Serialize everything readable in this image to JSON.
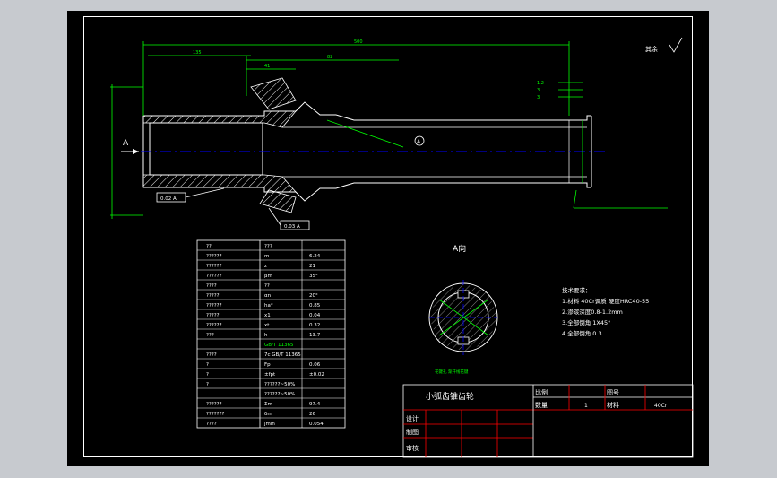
{
  "drawing": {
    "title": "小弧齿锥齿轮",
    "surface_note": "其余",
    "view_label": "A向",
    "arrow_label": "A",
    "datum_label": "A",
    "dims": {
      "total_length": "500",
      "left_length": "135",
      "mid_length": "82",
      "short_length": "41",
      "chamfer_1": "1.2",
      "chamfer_2": "3",
      "chamfer_3": "3"
    },
    "tolerance_frames": [
      "0.02  A",
      "0.03  A"
    ],
    "tech_requirements": [
      "技术要求：",
      "1.材料 40Cr调质 硬度HRC40-55",
      "2.渗碳深度0.8-1.2mm",
      "3.全部倒角 1X45°",
      "4.全部倒角 0.3"
    ],
    "spline_note": "花键孔 渐开线花键"
  },
  "param_table": {
    "rows": [
      {
        "name": "??",
        "symbol": "???",
        "value": ""
      },
      {
        "name": "??????",
        "symbol": "m",
        "value": "6.24"
      },
      {
        "name": "??????",
        "symbol": "z",
        "value": "21"
      },
      {
        "name": "??????",
        "symbol": "βm",
        "value": "35°"
      },
      {
        "name": "????",
        "symbol": "??",
        "value": ""
      },
      {
        "name": "?????",
        "symbol": "αn",
        "value": "20°"
      },
      {
        "name": "??????",
        "symbol": "ha*",
        "value": "0.85"
      },
      {
        "name": "?????",
        "symbol": "x1",
        "value": "0.04"
      },
      {
        "name": "??????",
        "symbol": "xt",
        "value": "0.32"
      },
      {
        "name": "???",
        "symbol": "h",
        "value": "13.7"
      },
      {
        "name": "",
        "symbol": "GB/T 11365",
        "value": "",
        "green": true
      },
      {
        "name": "????",
        "symbol": "7c GB/T 11365",
        "value": ""
      },
      {
        "name": "?",
        "symbol": "Fp",
        "value": "0.06"
      },
      {
        "name": "?",
        "symbol": "±fpt",
        "value": "±0.02"
      },
      {
        "name": "?",
        "symbol": "??????~50%",
        "value": ""
      },
      {
        "name": "",
        "symbol": "??????~50%",
        "value": ""
      },
      {
        "name": "??????",
        "symbol": "Σm",
        "value": "97.4"
      },
      {
        "name": "???????",
        "symbol": "δm",
        "value": "26"
      },
      {
        "name": "????",
        "symbol": "jmin",
        "value": "0.054"
      }
    ]
  },
  "title_block": {
    "labels": {
      "scale": "比例",
      "number": "图号",
      "quantity": "数量",
      "material": "材料",
      "design": "设计",
      "draw": "制图",
      "check": "审核"
    },
    "values": {
      "quantity": "1",
      "material": "40Cr"
    }
  },
  "colors": {
    "outline": "#ffffff",
    "dimension": "#00ff00",
    "center": "#0000ff",
    "annotation": "#00ffff",
    "hatch": "#ffffff",
    "table_red": "#ff0000",
    "yellow": "#ffff00",
    "magenta": "#ff00ff"
  }
}
